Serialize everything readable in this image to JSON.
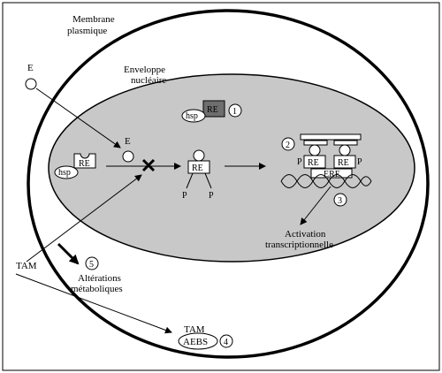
{
  "membrane_label": [
    "Membrane",
    "plasmique"
  ],
  "envelope_label": [
    "Enveloppe",
    "nucléaire"
  ],
  "estrogen": "E",
  "receptor": "RE",
  "hsp": "hsp",
  "phospho": "P",
  "ere": "ERE",
  "activation_label": [
    "Activation",
    "transcriptionnelle"
  ],
  "tam": "TAM",
  "alterations_label": [
    "Altérations",
    "métaboliques"
  ],
  "aebs": "AEBS",
  "step_numbers": [
    "1",
    "2",
    "3",
    "4",
    "5"
  ],
  "colors": {
    "nucleus": "#c8c8c8",
    "receptor_dark": "#6e6e6e",
    "line": "#000000"
  }
}
